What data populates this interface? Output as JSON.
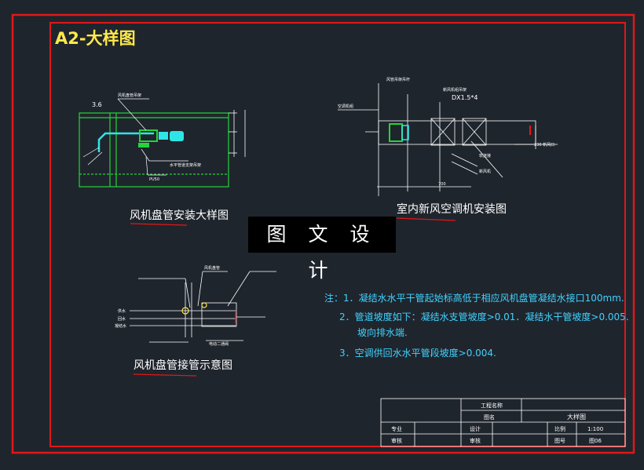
{
  "sheet": {
    "title": "A2-大样图",
    "colors": {
      "frame": "#e01818",
      "title": "#ffe94a",
      "line": "#ffffff",
      "green": "#25d43a",
      "cyan": "#2ee6e6",
      "note": "#3fd2ff",
      "background": "#1f252d"
    }
  },
  "drawing_fcu_install": {
    "caption": "风机盘管安装大样图",
    "dim_elevation": "3.6",
    "labels": [
      "风机盘管吊架",
      "PU50",
      "水平管道支架吊架"
    ],
    "icons": [
      "fan-coil-unit-icon",
      "ceiling-section-icon"
    ]
  },
  "drawing_fresh_air": {
    "caption": "室内新风空调机安装图",
    "dim_duct": "DX1.5*4",
    "dim_length": "700",
    "dim_right": "230 新风口",
    "labels": [
      "风管吊架吊杆",
      "新风机组吊架",
      "空调机组",
      "软连接",
      "新风机"
    ]
  },
  "drawing_fcu_piping": {
    "caption": "风机盘管接管示意图",
    "labels": [
      "供水",
      "回水",
      "凝结水",
      "风机盘管",
      "电动二通阀"
    ]
  },
  "watermark": "图 文 设 计",
  "notes": [
    "注：1．凝结水水平干管起始标高低于相应风机盘管凝结水接口100mm.",
    "2．管道坡度如下：凝结水支管坡度>0.01．凝结水干管坡度>0.005.",
    "坡向排水端.",
    "3．空调供回水水平管段坡度>0.004."
  ],
  "title_block": {
    "project_label": "工程名称",
    "drawing_label": "图名",
    "drawing_name": "大样图",
    "specialty": "专业",
    "review": "审核",
    "design": "设计",
    "check": "审核",
    "scale_label": "比例",
    "scale_value": "1:100",
    "number_label": "图号",
    "number_value": "图06"
  }
}
